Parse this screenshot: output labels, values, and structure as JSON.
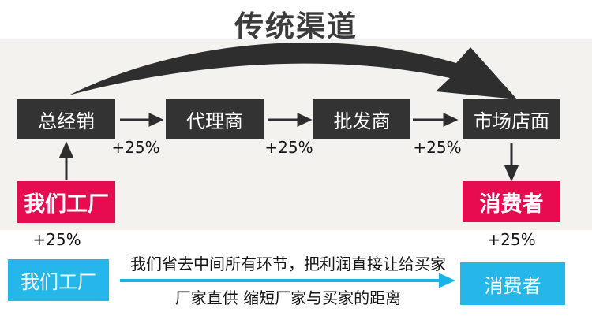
{
  "title": "传统渠道",
  "colors": {
    "gray_band": "#f4f2ef",
    "black_box": "#333333",
    "red_box": "#e60c4f",
    "blue_box": "#25b7ea",
    "blue_arrow": "#1ab3e8",
    "dark_arrow": "#2e2e2e"
  },
  "traditional": {
    "chain": [
      {
        "label": "总经销"
      },
      {
        "label": "代理商"
      },
      {
        "label": "批发商"
      },
      {
        "label": "市场店面"
      }
    ],
    "markups": [
      "+25%",
      "+25%",
      "+25%"
    ],
    "factory": {
      "label": "我们工厂",
      "markup": "+25%"
    },
    "consumer": {
      "label": "消费者",
      "markup": "+25%"
    }
  },
  "direct": {
    "factory_label": "我们工厂",
    "consumer_label": "消费者",
    "line1": "我们省去中间所有环节，把利润直接让给买家",
    "line2": "厂家直供 缩短厂家与买家的距离"
  }
}
